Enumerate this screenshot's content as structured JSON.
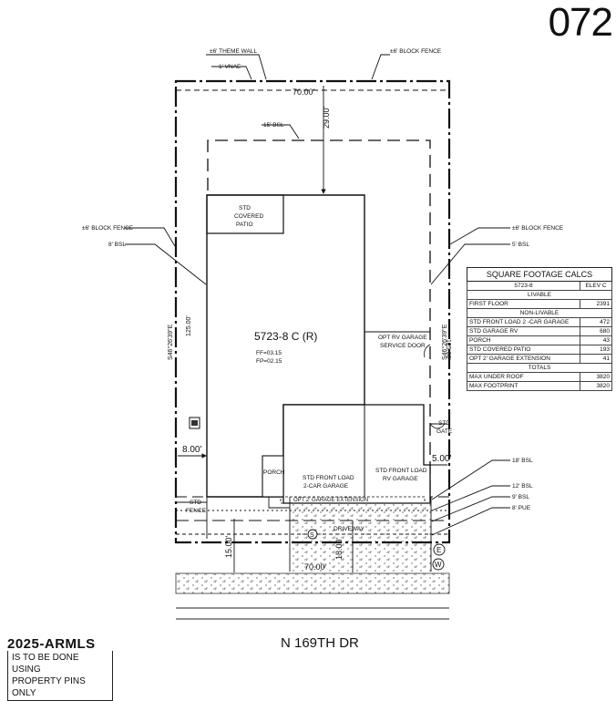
{
  "sheet": {
    "number": "072"
  },
  "plan": {
    "lot_label": "5723-8 C (R)",
    "ff": "FF=03.15",
    "fp": "FP=02.15",
    "covered_patio": [
      "STD",
      "COVERED",
      "PATIO"
    ],
    "rv_door": [
      "OPT RV GARAGE",
      "SERVICE DOOR"
    ],
    "garage_2car": [
      "STD FRONT LOAD",
      "2-CAR GARAGE"
    ],
    "garage_rv": [
      "STD FRONT LOAD",
      "RV GARAGE"
    ],
    "porch": "PORCH",
    "garage_ext": "OPT 2' GARAGE EXTENSION",
    "driveway": "DRIVEWAY",
    "std_fence": [
      "STD",
      "FENCE"
    ],
    "std_gate": [
      "STD",
      "GATE"
    ],
    "callouts": {
      "theme_wall": "±6' THEME WALL",
      "vnae": "1' VNAE",
      "block_fence_top": "±6' BLOCK FENCE",
      "bsl_rear": "15' BSL",
      "block_fence_left": "±6' BLOCK FENCE",
      "bsl_left": "8' BSL",
      "block_fence_right": "±6' BLOCK FENCE",
      "bsl_right": "5' BSL",
      "bsl_18": "18' BSL",
      "bsl_12": "12' BSL",
      "bsl_9": "9' BSL",
      "pue": "8' PUE"
    },
    "dims": {
      "top_width": "70.00'",
      "rear_setback": "29.00'",
      "left_bearing": "S46°26'39\"E",
      "left_length": "125.00'",
      "right_bearing": "S46°26'39\"E",
      "right_length": "125.00'",
      "left_side": "8.00'",
      "right_side": "5.00'",
      "front_15": "15.00'",
      "front_18": "18.00'",
      "bottom_width": "70.00'"
    },
    "markers": {
      "e": "E",
      "w": "W",
      "s": "S"
    }
  },
  "table": {
    "title": "SQUARE FOOTAGE CALCS",
    "plan": "5723-8",
    "elev": "ELEV C",
    "livable_label": "LIVABLE",
    "rows_livable": [
      {
        "label": "FIRST FLOOR",
        "value": "2391"
      }
    ],
    "nonlivable_label": "NON-LIVABLE",
    "rows_nonlivable": [
      {
        "label": "STD FRONT LOAD 2 -CAR GARAGE",
        "value": "472"
      },
      {
        "label": "STD GARAGE RV",
        "value": "680"
      },
      {
        "label": "PORCH",
        "value": "43"
      },
      {
        "label": "STD COVERED PATIO",
        "value": "193"
      },
      {
        "label": "OPT 2' GARAGE EXTENSION",
        "value": "41"
      }
    ],
    "totals_label": "TOTALS",
    "rows_totals": [
      {
        "label": "MAX UNDER ROOF",
        "value": "3820"
      },
      {
        "label": "MAX FOOTPRINT",
        "value": "3820"
      }
    ]
  },
  "street": "N 169TH DR",
  "footnote": {
    "line1": "2025-ARMLS",
    "line2": "IS TO BE DONE USING",
    "line3": "PROPERTY PINS ONLY"
  }
}
